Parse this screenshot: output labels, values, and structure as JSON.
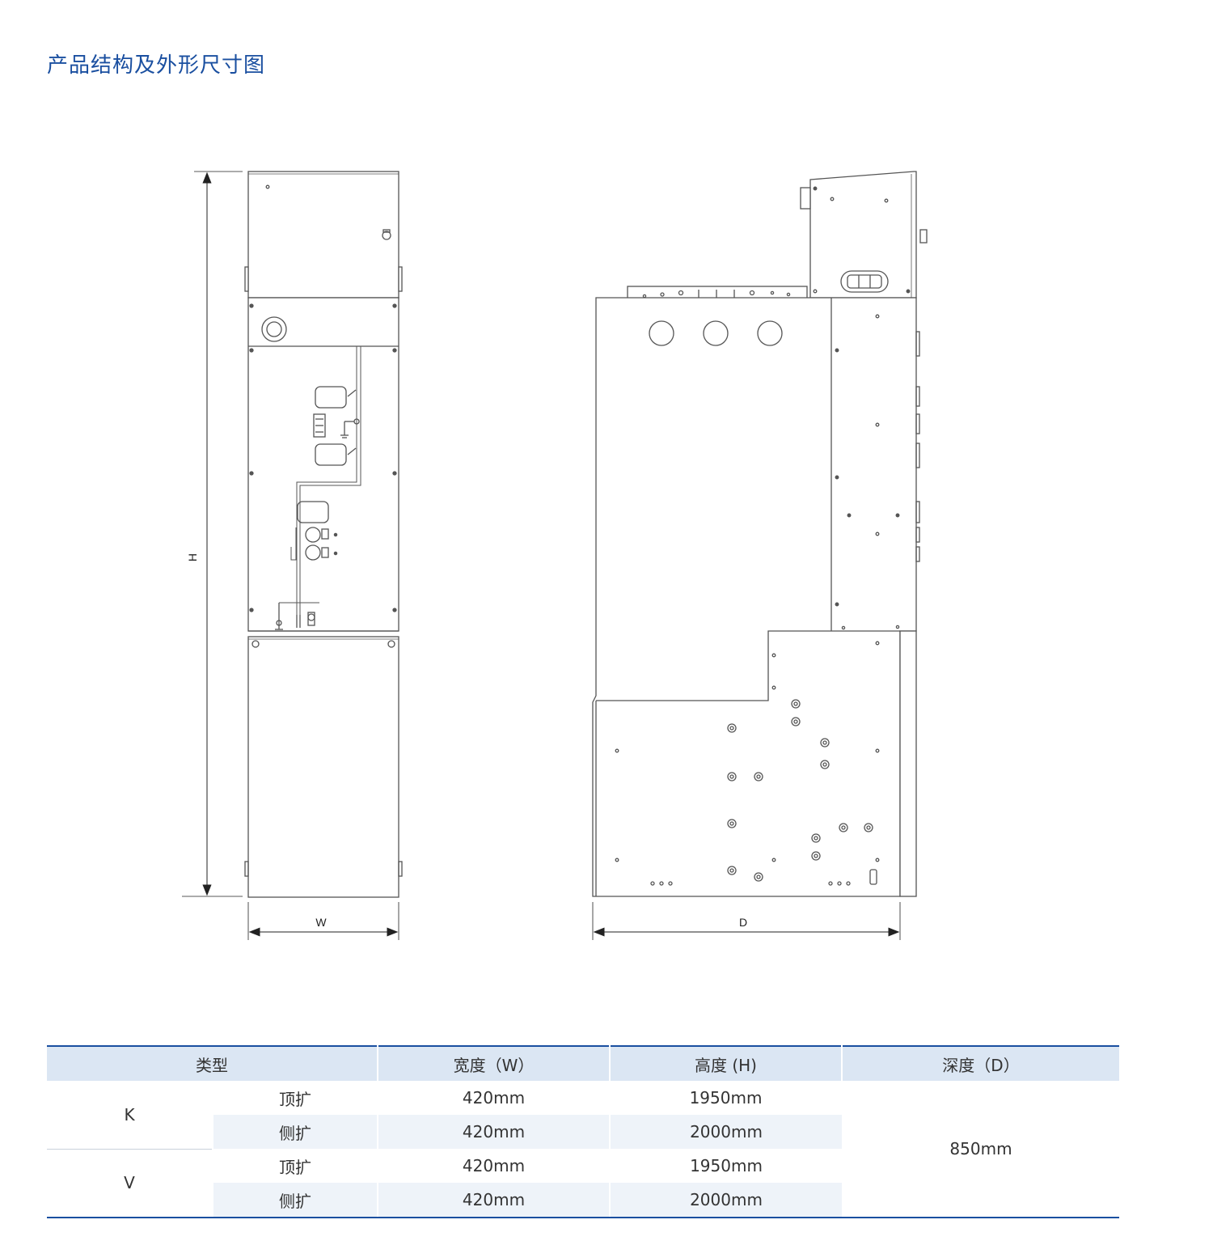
{
  "page_title": "产品结构及外形尺寸图",
  "dimension_labels": {
    "height": "H",
    "width": "W",
    "depth": "D"
  },
  "table": {
    "headers": {
      "type": "类型",
      "width": "宽度（W）",
      "height": "高度 (H)",
      "depth": "深度（D）"
    },
    "groups": [
      {
        "type": "K",
        "rows": [
          {
            "sub": "顶扩",
            "width": "420mm",
            "height": "1950mm"
          },
          {
            "sub": "侧扩",
            "width": "420mm",
            "height": "2000mm"
          }
        ]
      },
      {
        "type": "V",
        "rows": [
          {
            "sub": "顶扩",
            "width": "420mm",
            "height": "1950mm"
          },
          {
            "sub": "侧扩",
            "width": "420mm",
            "height": "2000mm"
          }
        ]
      }
    ],
    "depth_value": "850mm"
  },
  "colors": {
    "accent": "#1a4fa0",
    "header_bg": "#dbe6f3",
    "row_shade": "#eef3f9",
    "line": "#555555"
  }
}
